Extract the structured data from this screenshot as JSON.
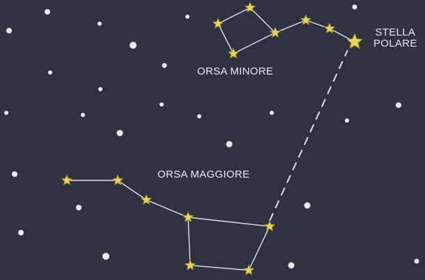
{
  "labels": {
    "ursa_minor": "ORSA MINORE",
    "ursa_major": "ORSA MAGGIORE",
    "polaris_line1": "STELLA",
    "polaris_line2": "POLARE"
  },
  "colors": {
    "background": "#2f3340",
    "star_fill": "#e8d25a",
    "star_stroke": "#8a7520",
    "constellation_line": "#dfe3ee",
    "guide_line": "#dfe3ee",
    "background_star": "#e9ecf3"
  },
  "icons": {
    "constellation_star": "star-icon",
    "background_star": "dot-icon"
  }
}
